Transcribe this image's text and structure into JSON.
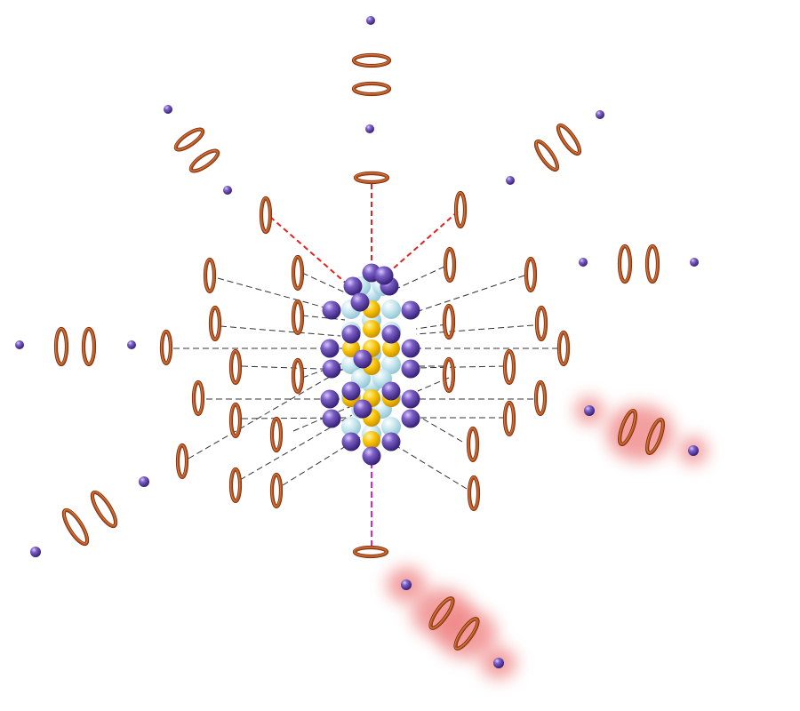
{
  "figure": {
    "description_visible_text": "",
    "colors": {
      "background": "#ffffff",
      "purple_atom": "#5b3fa3",
      "purple_atom_highlight": "#cbb8f5",
      "light_blue_atom": "#b9e0ea",
      "gold_atom": "#f7c200",
      "ring": "#b4521f",
      "ring_highlight": "#e58a4f",
      "dash_black": "#333333",
      "dash_red": "#e32222",
      "dash_magenta": "#e020d0",
      "glow": "#ef7f7f"
    },
    "elements": {
      "cluster": "central-crystal-cluster",
      "rings": "orientation-rings",
      "atoms": "isolated-atoms",
      "connectors": "dashed-connectors"
    }
  }
}
